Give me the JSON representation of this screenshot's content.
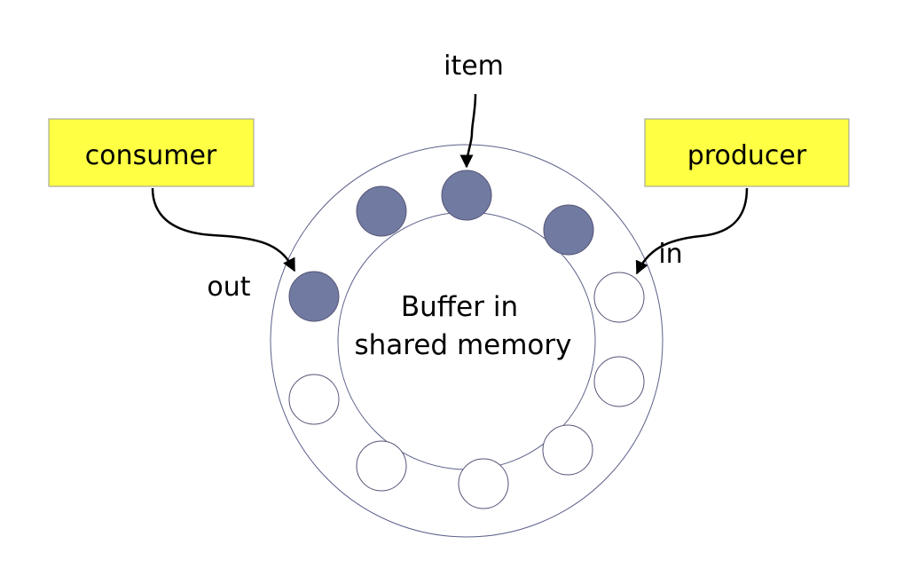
{
  "labels": {
    "item": "item",
    "consumer": "consumer",
    "producer": "producer",
    "out": "out",
    "in": "in",
    "buffer_line1": "Buffer in",
    "buffer_line2": "shared memory"
  },
  "colors": {
    "box_fill": "#ffff44",
    "box_stroke": "#999999",
    "slot_filled": "#717aa0",
    "slot_empty": "#ffffff",
    "ring_stroke": "#5b5f8a",
    "arrow": "#000000"
  },
  "buffer": {
    "slot_count": 10,
    "filled_slots": [
      0,
      1,
      2,
      3
    ]
  }
}
